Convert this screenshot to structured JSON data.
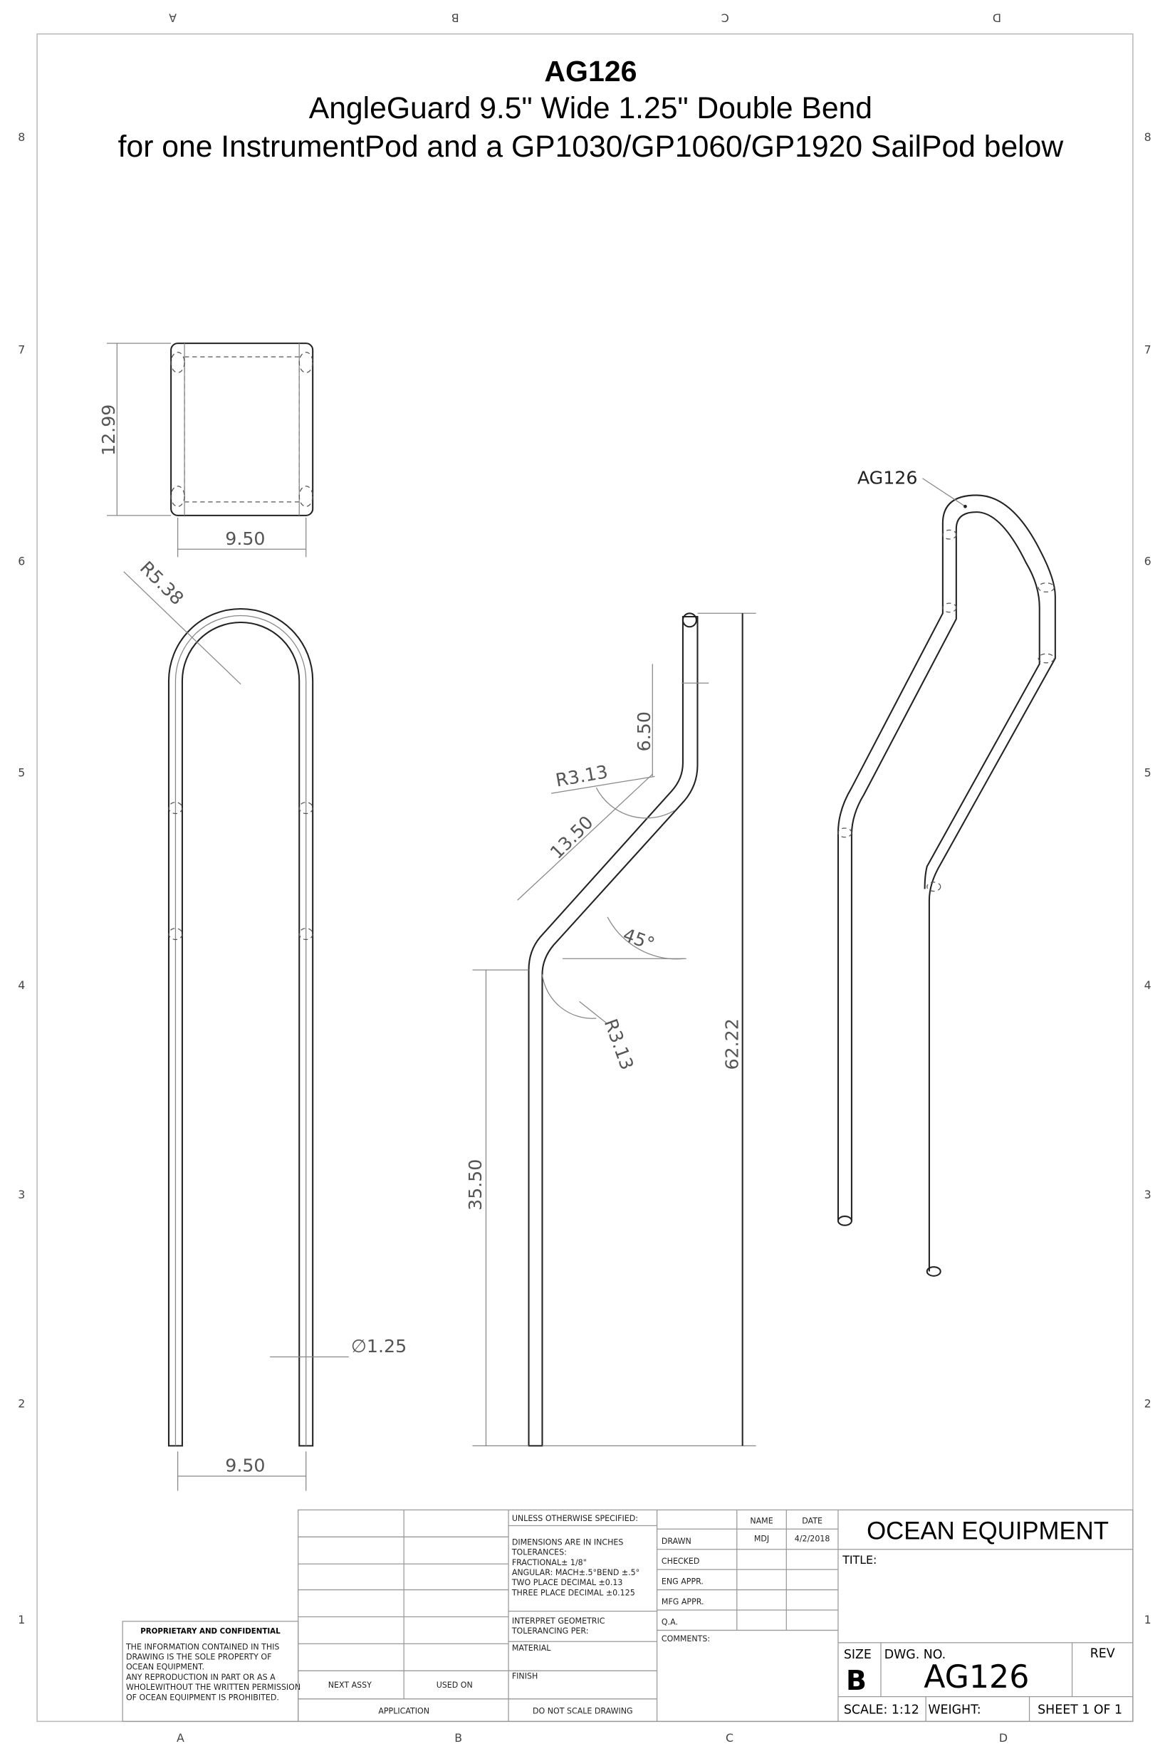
{
  "header": {
    "part_number": "AG126",
    "line1": "AngleGuard 9.5\" Wide 1.25\" Double Bend",
    "line2": "for one InstrumentPod and a GP1030/GP1060/GP1920 SailPod below"
  },
  "zones": {
    "columns": [
      "A",
      "B",
      "C",
      "D"
    ],
    "rows": [
      "8",
      "7",
      "6",
      "5",
      "4",
      "3",
      "2",
      "1"
    ]
  },
  "dimensions": {
    "top_height": "12.99",
    "top_width": "9.50",
    "front_radius": "R5.38",
    "front_width": "9.50",
    "diameter": "∅1.25",
    "side_upper": "6.50",
    "side_bend_radius_top": "R3.13",
    "side_diag": "13.50",
    "side_angle": "45°",
    "side_bend_radius_bottom": "R3.13",
    "side_lower": "35.50",
    "side_total": "62.22",
    "iso_callout": "AG126"
  },
  "title_block": {
    "proprietary_title": "PROPRIETARY AND CONFIDENTIAL",
    "proprietary_text": [
      "THE INFORMATION CONTAINED IN THIS",
      "DRAWING IS THE SOLE PROPERTY OF",
      "OCEAN EQUIPMENT.",
      "ANY REPRODUCTION IN PART OR AS A",
      "WHOLEWITHOUT THE WRITTEN PERMISSION",
      "OF OCEAN EQUIPMENT IS PROHIBITED."
    ],
    "next_assy": "NEXT ASSY",
    "used_on": "USED ON",
    "application": "APPLICATION",
    "unless": "UNLESS OTHERWISE SPECIFIED:",
    "tolerances": [
      "DIMENSIONS ARE IN INCHES",
      "TOLERANCES:",
      "FRACTIONAL± 1/8\"",
      "ANGULAR: MACH±.5°BEND ±.5°",
      "TWO PLACE DECIMAL    ±0.13",
      "THREE PLACE DECIMAL  ±0.125"
    ],
    "interpret": [
      "INTERPRET GEOMETRIC",
      "TOLERANCING PER:"
    ],
    "material": "MATERIAL",
    "finish": "FINISH",
    "do_not_scale": "DO NOT SCALE DRAWING",
    "name_header": "NAME",
    "date_header": "DATE",
    "rows": [
      "DRAWN",
      "CHECKED",
      "ENG APPR.",
      "MFG APPR.",
      "Q.A."
    ],
    "drawn_name": "MDJ",
    "drawn_date": "4/2/2018",
    "comments": "COMMENTS:",
    "company": "OCEAN EQUIPMENT",
    "title_label": "TITLE:",
    "size_label": "SIZE",
    "size": "B",
    "dwg_no_label": "DWG.  NO.",
    "dwg_no": "AG126",
    "rev_label": "REV",
    "scale": "SCALE: 1:12",
    "weight": "WEIGHT:",
    "sheet": "SHEET 1 OF 1"
  }
}
